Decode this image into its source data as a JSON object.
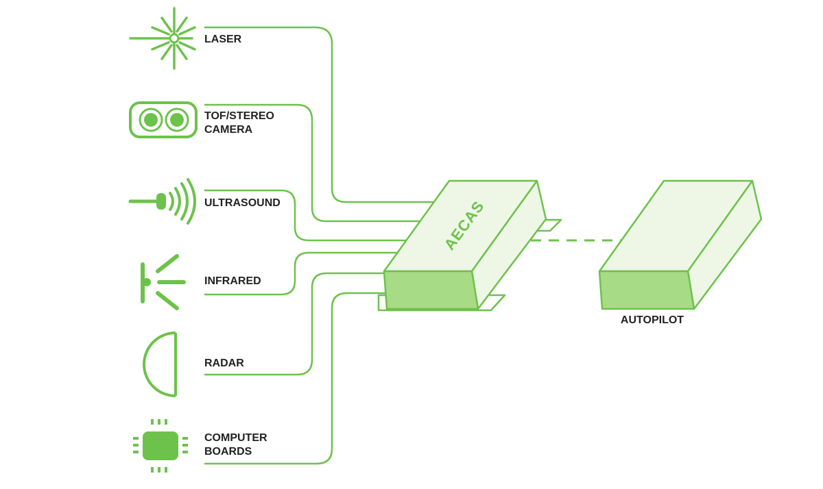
{
  "colors": {
    "accent": "#6cc24a",
    "box_light": "#eef6e6",
    "box_front": "#a8db85",
    "text": "#222222"
  },
  "sensors": [
    {
      "icon": "laser-icon",
      "lines": [
        "LASER"
      ]
    },
    {
      "icon": "stereo-camera-icon",
      "lines": [
        "TOF/STEREO",
        "CAMERA"
      ]
    },
    {
      "icon": "ultrasound-icon",
      "lines": [
        "ULTRASOUND"
      ]
    },
    {
      "icon": "infrared-icon",
      "lines": [
        "INFRARED"
      ]
    },
    {
      "icon": "radar-icon",
      "lines": [
        "RADAR"
      ]
    },
    {
      "icon": "chip-icon",
      "lines": [
        "COMPUTER",
        "BOARDS"
      ]
    }
  ],
  "aecas_box": {
    "label": "AECAS"
  },
  "autopilot_box": {
    "label": "AUTOPILOT"
  }
}
